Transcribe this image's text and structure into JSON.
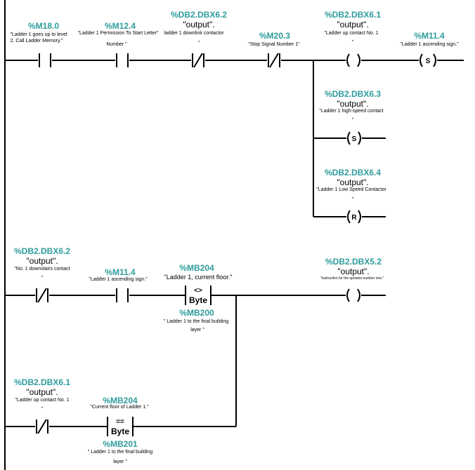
{
  "network1": {
    "contact_m18": {
      "address": "%M18.0",
      "comment1": "\"Ladder 1 goes up to level",
      "comment2": "2. Call Ladder Memory.\""
    },
    "contact_m12": {
      "address": "%M12.4",
      "comment1": "\"Ladder 1 Permission To Start Letter\"",
      "comment2": "Number \""
    },
    "contact_dbx62": {
      "address": "%DB2.DBX6.2",
      "symbol": "\"output\".",
      "comment1": "ladder 1 downlink contactor",
      "comment2": "\""
    },
    "contact_m203": {
      "address": "%M20.3",
      "comment1": "\"Stop Signal Number 1\""
    },
    "coil_dbx61": {
      "address": "%DB2.DBX6.1",
      "symbol": "\"output\".",
      "comment1": "\"Ladder up contact No. 1",
      "comment2": "\""
    },
    "coil_m114": {
      "address": "%M11.4",
      "comment1": "\"Ladder 1 ascending sign.\"",
      "letter": "S"
    },
    "coil_dbx63": {
      "address": "%DB2.DBX6.3",
      "symbol": "\"output\".",
      "comment1": "\"Ladder 1 high-speed contact",
      "comment2": "\"",
      "letter": "S"
    },
    "coil_dbx64": {
      "address": "%DB2.DBX6.4",
      "symbol": "\"output\".",
      "comment1": "\"Ladder 1 Low Speed Contactor",
      "comment2": "\"",
      "letter": "R"
    }
  },
  "network2": {
    "contact_dbx62": {
      "address": "%DB2.DBX6.2",
      "symbol": "\"output\".",
      "comment1": "\"No. 1 downstairs contact",
      "comment2": "\""
    },
    "contact_m114": {
      "address": "%M11.4",
      "comment1": "\"Ladder 1 ascending sign.\""
    },
    "cmp_ne": {
      "top_address": "%MB204",
      "top_comment": "\"Ladder 1, current floor.\"",
      "op": "<>",
      "type": "Byte",
      "bottom_address": "%MB200",
      "bottom_comment1": "\" Ladder 1 to the final building",
      "bottom_comment2": "layer \""
    },
    "coil_dbx52": {
      "address": "%DB2.DBX5.2",
      "symbol": "\"output\".",
      "comment1": "\"Instruction for the upstairs number one.\""
    },
    "contact_dbx61": {
      "address": "%DB2.DBX6.1",
      "symbol": "\"output\".",
      "comment1": "\"Ladder up contact No. 1",
      "comment2": "\""
    },
    "cmp_eq": {
      "top_address": "%MB204",
      "top_comment": "\"Current floor of Ladder 1.\"",
      "op": "==",
      "type": "Byte",
      "bottom_address": "%MB201",
      "bottom_comment1": "\" Ladder 1 to the final building",
      "bottom_comment2": "layer \""
    }
  }
}
